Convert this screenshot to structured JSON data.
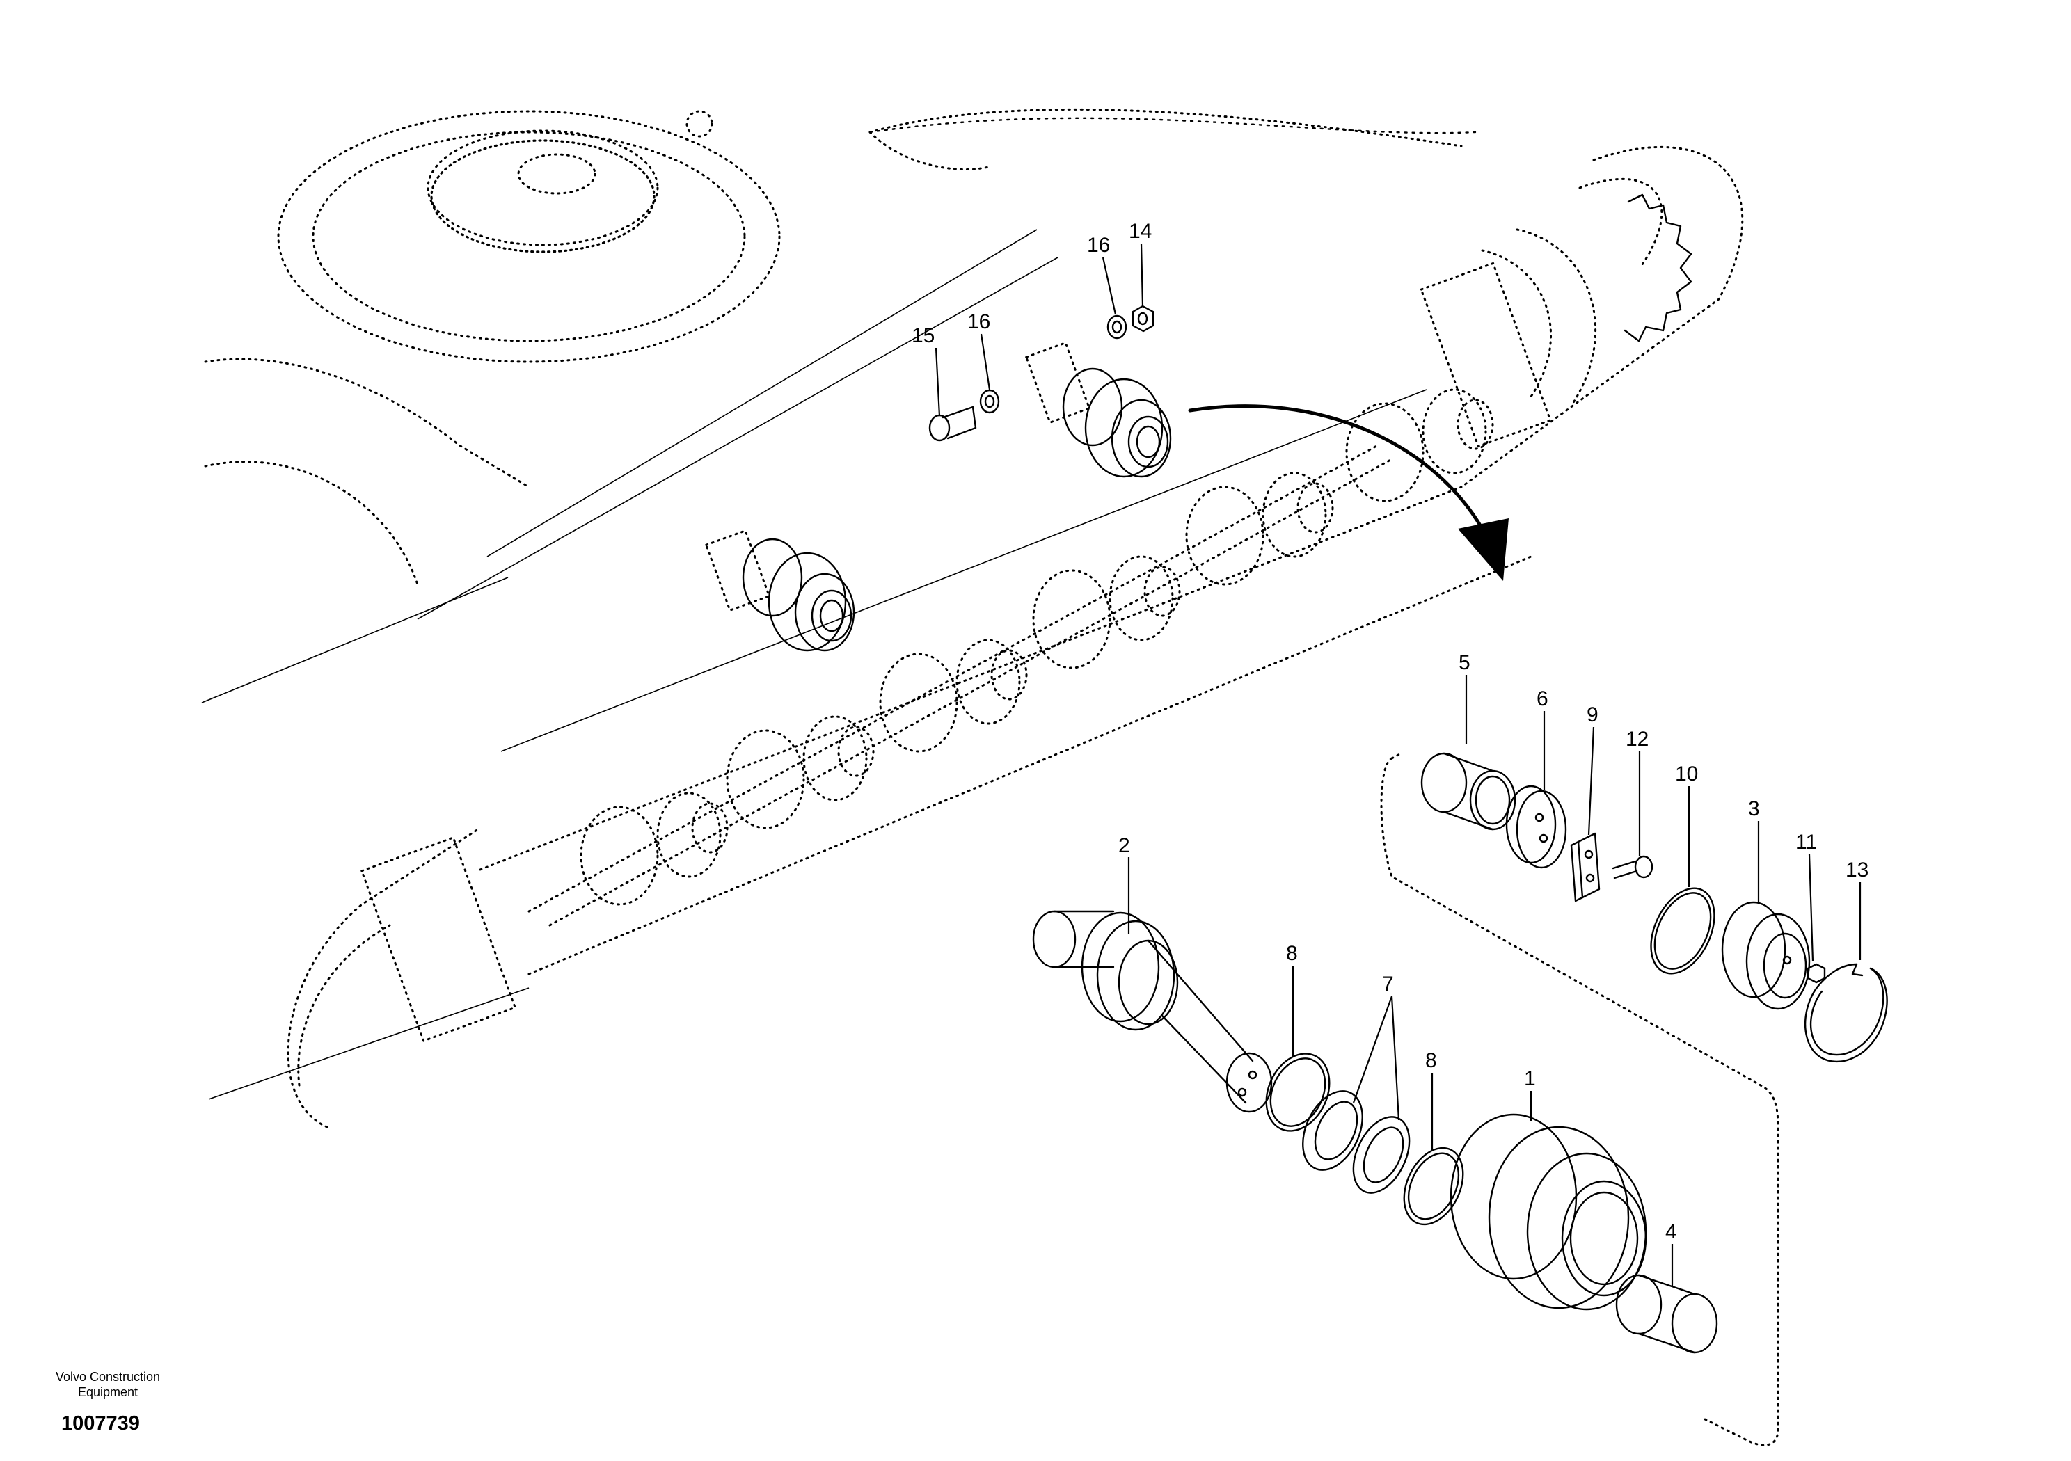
{
  "callouts": {
    "c1": "1",
    "c2": "2",
    "c3": "3",
    "c4": "4",
    "c5": "5",
    "c6": "6",
    "c7": "7",
    "c8a": "8",
    "c8b": "8",
    "c9": "9",
    "c10": "10",
    "c11": "11",
    "c12": "12",
    "c13": "13",
    "c14": "14",
    "c15": "15",
    "c16a": "16",
    "c16b": "16"
  },
  "footer": {
    "brand_line1": "Volvo Construction",
    "brand_line2": "Equipment",
    "doc_id": "1007739"
  }
}
